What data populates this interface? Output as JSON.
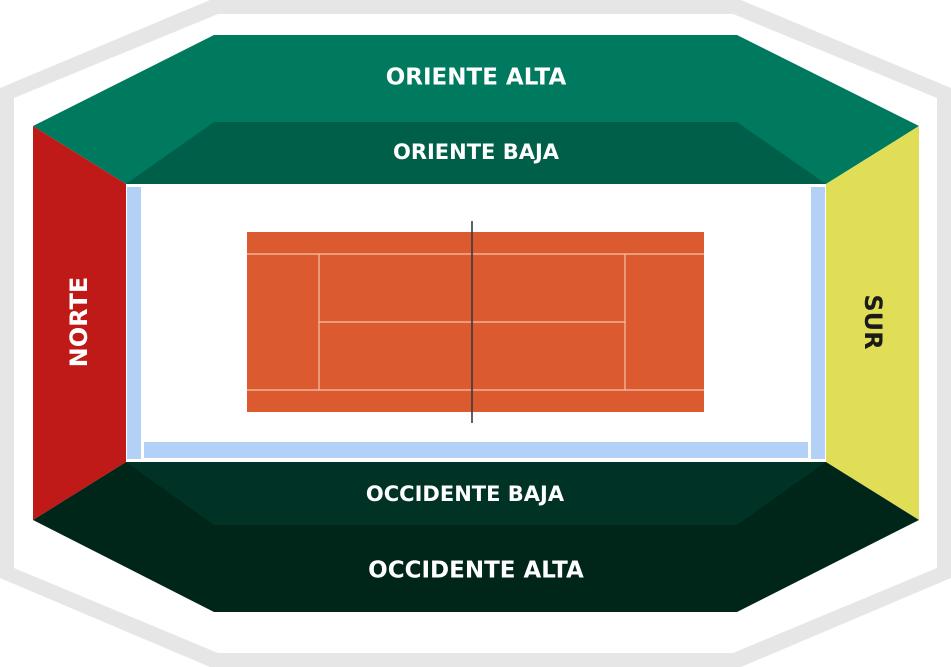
{
  "colors": {
    "outer_ring": "#e6e6e6",
    "oriente_alta": "#007a5f",
    "oriente_baja": "#005f49",
    "occidente_baja": "#003326",
    "occidente_alta": "#002519",
    "norte": "#bf1a17",
    "sur": "#e0de56",
    "court_surround": "#ffffff",
    "court_clay": "#dc5a30",
    "walkway": "#b3d1f7",
    "net": "#3a3a3a"
  },
  "sections": {
    "oriente_alta": "ORIENTE ALTA",
    "oriente_baja": "ORIENTE BAJA",
    "occidente_baja": "OCCIDENTE BAJA",
    "occidente_alta": "OCCIDENTE ALTA",
    "norte": "NORTE",
    "sur": "SUR"
  }
}
